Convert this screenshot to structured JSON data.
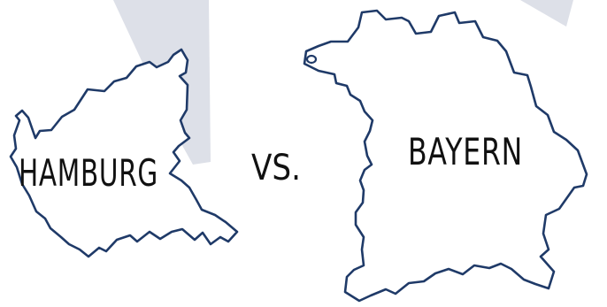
{
  "regions": [
    {
      "name": "HAMBURG"
    },
    {
      "name": "BAYERN"
    }
  ],
  "separator": "VS.",
  "colors": {
    "background": "#ffffff",
    "outline": "#1f3a68",
    "ray": "#dde0e8",
    "text": "#111111"
  }
}
